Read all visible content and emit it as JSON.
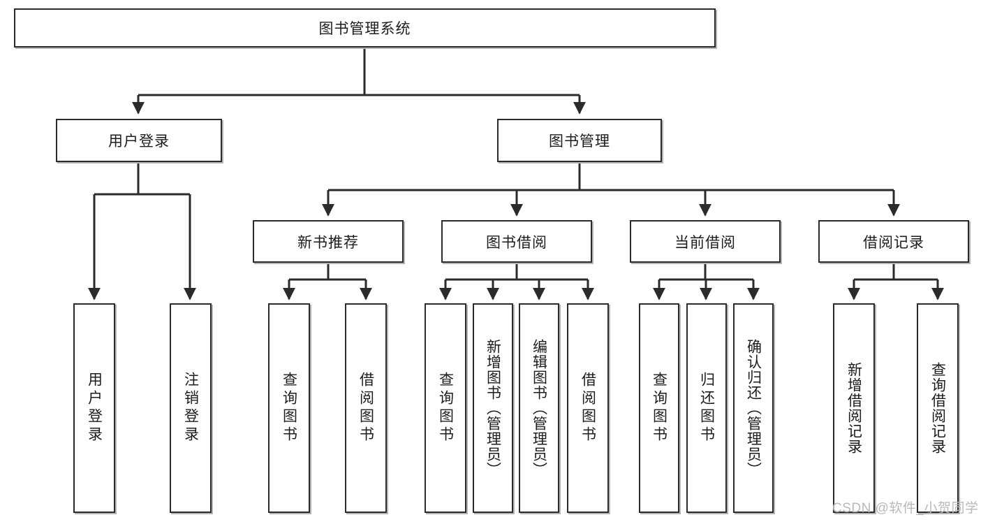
{
  "diagram": {
    "type": "tree-hierarchy-chart",
    "title": "图书管理系统",
    "watermark": "CSDN @软件_小贺同学",
    "colors": {
      "box_border": "#2b2b2b",
      "box_fill": "#ffffff",
      "connector": "#2b2b2b",
      "watermark": "#b9b9b9"
    },
    "nodes": {
      "root": {
        "label": "图书管理系统",
        "level": 1,
        "orientation": "horizontal"
      },
      "l2": [
        {
          "id": "user-login",
          "label": "用户登录",
          "orientation": "horizontal"
        },
        {
          "id": "book-manage",
          "label": "图书管理",
          "orientation": "horizontal"
        }
      ],
      "l3": [
        {
          "id": "new-book-recommend",
          "label": "新书推荐",
          "parent": "book-manage",
          "orientation": "horizontal"
        },
        {
          "id": "book-borrow",
          "label": "图书借阅",
          "parent": "book-manage",
          "orientation": "horizontal"
        },
        {
          "id": "current-borrow",
          "label": "当前借阅",
          "parent": "book-manage",
          "orientation": "horizontal"
        },
        {
          "id": "borrow-record",
          "label": "借阅记录",
          "parent": "book-manage",
          "orientation": "horizontal"
        }
      ],
      "leaves": [
        {
          "id": "leaf-user-login",
          "label": "用户登录",
          "parent": "user-login",
          "orientation": "vertical"
        },
        {
          "id": "leaf-user-logout",
          "label": "注销登录",
          "parent": "user-login",
          "orientation": "vertical"
        },
        {
          "id": "leaf-query-book-1",
          "label": "查询图书",
          "parent": "new-book-recommend",
          "orientation": "vertical"
        },
        {
          "id": "leaf-borrow-book-1",
          "label": "借阅图书",
          "parent": "new-book-recommend",
          "orientation": "vertical"
        },
        {
          "id": "leaf-query-book-2",
          "label": "查询图书",
          "parent": "book-borrow",
          "orientation": "vertical"
        },
        {
          "id": "leaf-add-book",
          "label": "新增图书（管理员）",
          "parent": "book-borrow",
          "orientation": "vertical"
        },
        {
          "id": "leaf-edit-book",
          "label": "编辑图书（管理员）",
          "parent": "book-borrow",
          "orientation": "vertical"
        },
        {
          "id": "leaf-borrow-book-2",
          "label": "借阅图书",
          "parent": "book-borrow",
          "orientation": "vertical"
        },
        {
          "id": "leaf-query-book-3",
          "label": "查询图书",
          "parent": "current-borrow",
          "orientation": "vertical"
        },
        {
          "id": "leaf-return-book",
          "label": "归还图书",
          "parent": "current-borrow",
          "orientation": "vertical"
        },
        {
          "id": "leaf-confirm-return",
          "label": "确认归还（管理员）",
          "parent": "current-borrow",
          "orientation": "vertical"
        },
        {
          "id": "leaf-add-record",
          "label": "新增借阅记录",
          "parent": "borrow-record",
          "orientation": "vertical"
        },
        {
          "id": "leaf-query-record",
          "label": "查询借阅记录",
          "parent": "borrow-record",
          "orientation": "vertical"
        }
      ]
    }
  }
}
